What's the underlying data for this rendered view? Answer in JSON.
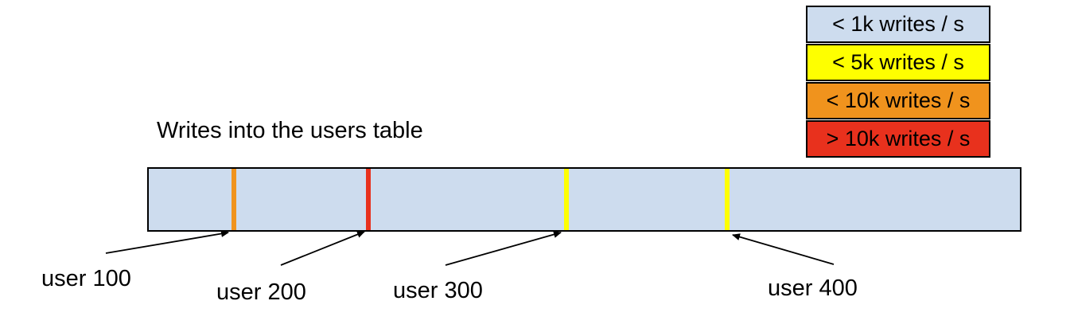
{
  "title": "Writes into the users table",
  "legend": {
    "items": [
      {
        "label": "< 1k writes / s",
        "color": "#cddcee"
      },
      {
        "label": "< 5k writes / s",
        "color": "#feff00"
      },
      {
        "label": "< 10k writes / s",
        "color": "#f0931d"
      },
      {
        "label": "> 10k writes / s",
        "color": "#e8311d"
      }
    ]
  },
  "table_bar": {
    "fill_color": "#cddcee",
    "border_color": "#000000",
    "markers": [
      {
        "label": "user 100",
        "rate": "< 10k writes / s",
        "color": "#f0931d"
      },
      {
        "label": "user 200",
        "rate": "> 10k writes / s",
        "color": "#e8311d"
      },
      {
        "label": "user 300",
        "rate": "< 5k writes / s",
        "color": "#feff00"
      },
      {
        "label": "user 400",
        "rate": "< 5k writes / s",
        "color": "#feff00"
      }
    ]
  }
}
